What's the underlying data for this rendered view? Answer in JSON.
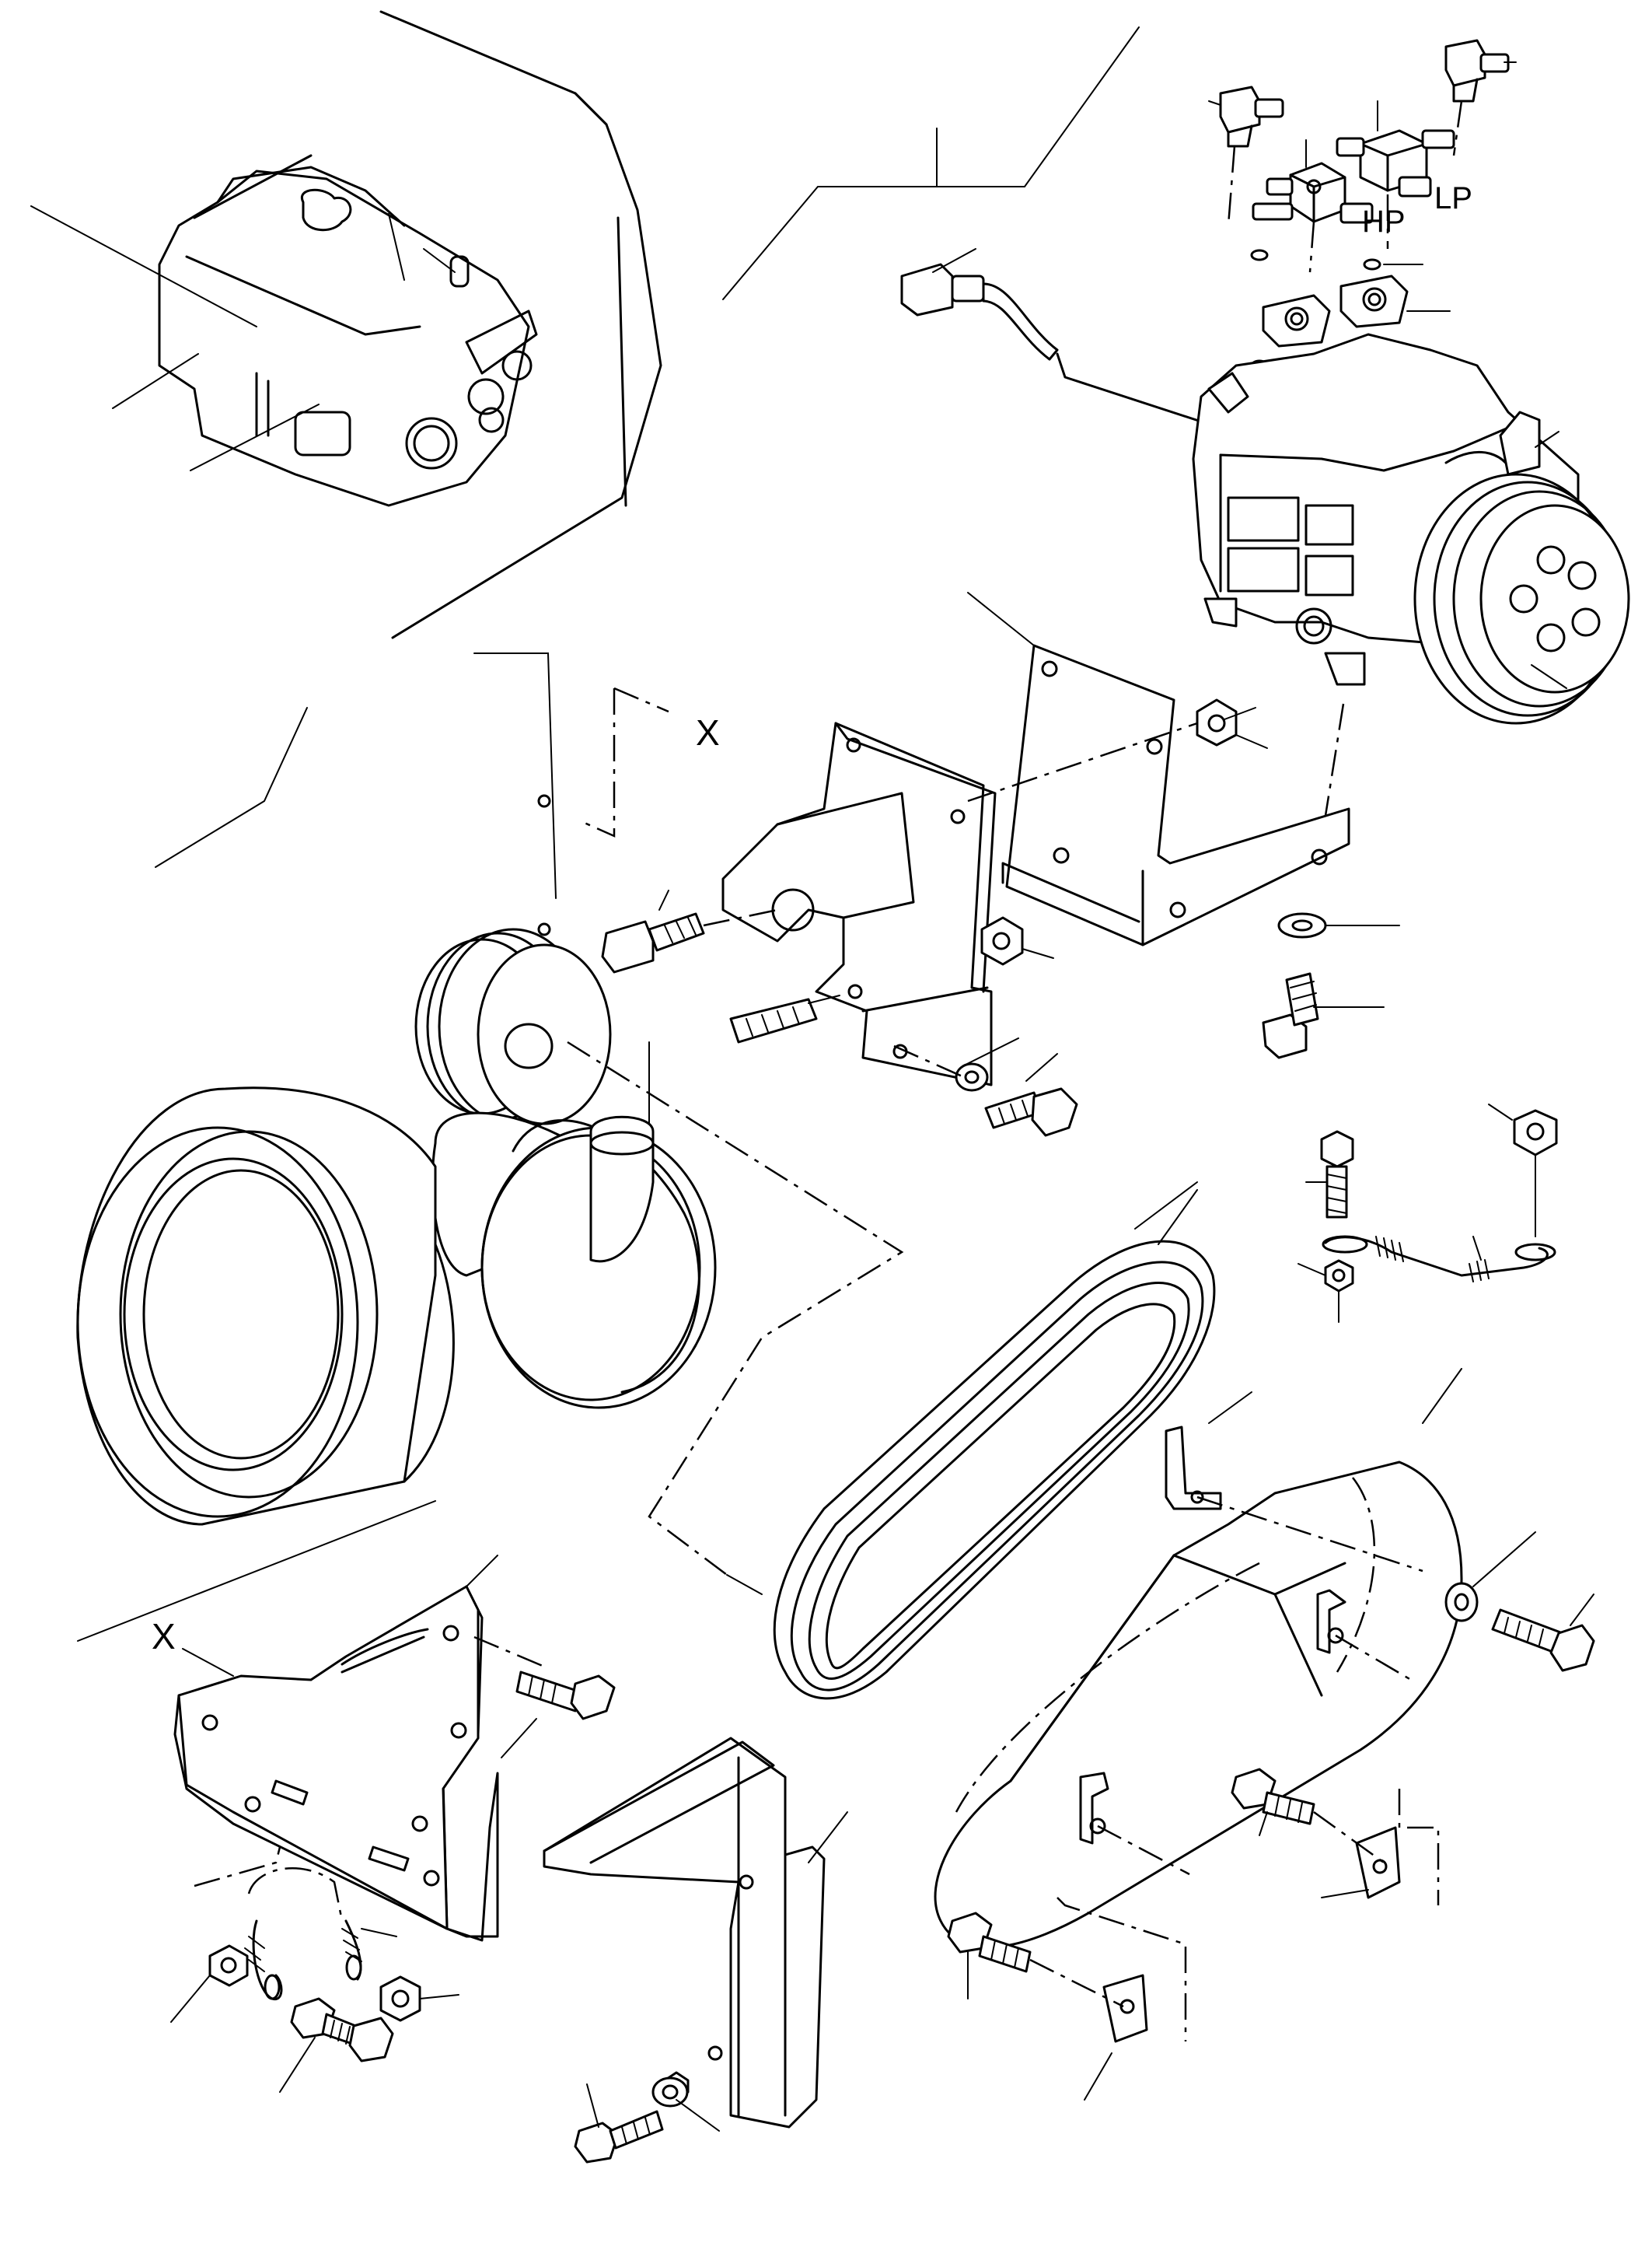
{
  "diagram": {
    "labels": {
      "hp": "HP",
      "lp": "LP",
      "x_top": "X",
      "x_bottom": "X"
    }
  }
}
